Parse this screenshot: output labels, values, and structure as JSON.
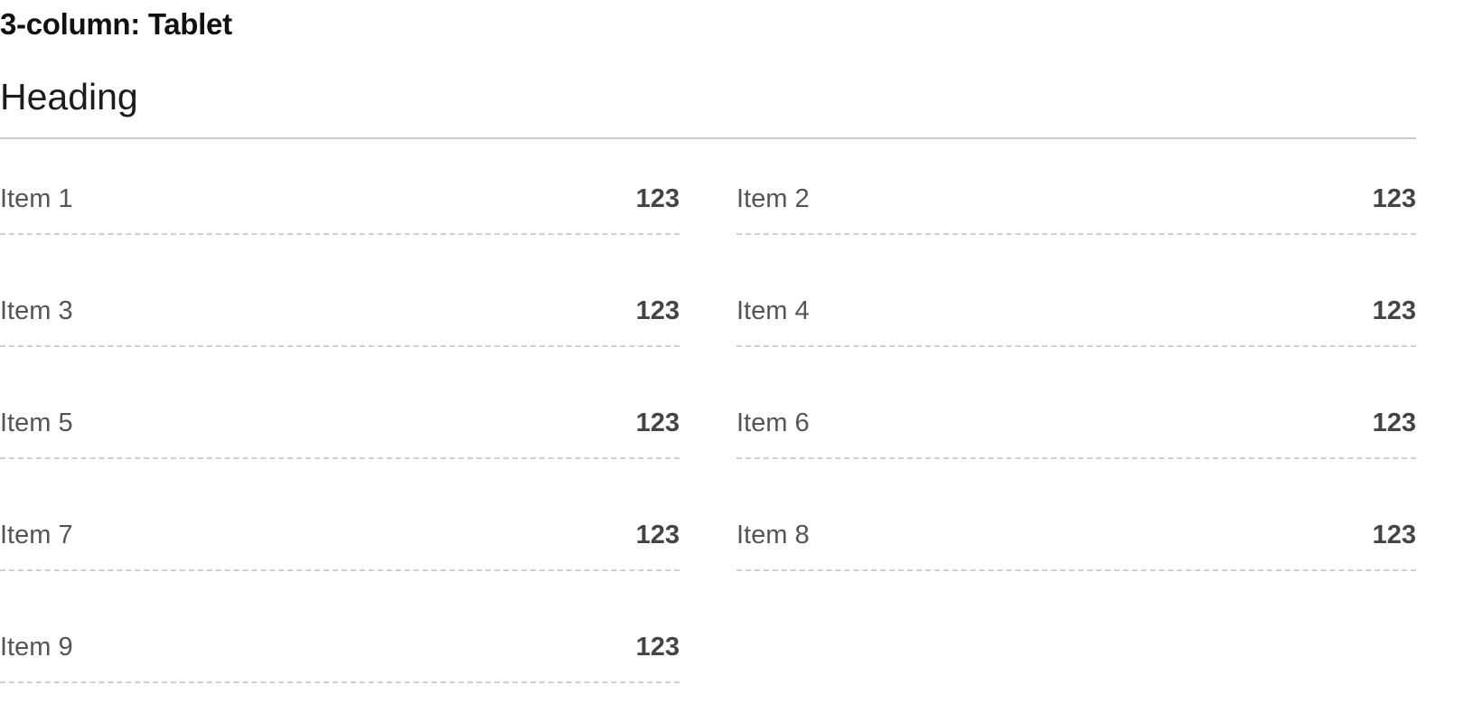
{
  "page": {
    "label": "3-column: Tablet"
  },
  "section": {
    "heading": "Heading",
    "items": [
      {
        "label": "Item 1",
        "value": "123"
      },
      {
        "label": "Item 2",
        "value": "123"
      },
      {
        "label": "Item 3",
        "value": "123"
      },
      {
        "label": "Item 4",
        "value": "123"
      },
      {
        "label": "Item 5",
        "value": "123"
      },
      {
        "label": "Item 6",
        "value": "123"
      },
      {
        "label": "Item 7",
        "value": "123"
      },
      {
        "label": "Item 8",
        "value": "123"
      },
      {
        "label": "Item 9",
        "value": "123"
      }
    ]
  },
  "colors": {
    "title": "#111111",
    "heading": "#1c1c1c",
    "item_label": "#555555",
    "item_value": "#444444",
    "heading_rule": "#cacaca",
    "item_separator": "#cfcfcf"
  }
}
